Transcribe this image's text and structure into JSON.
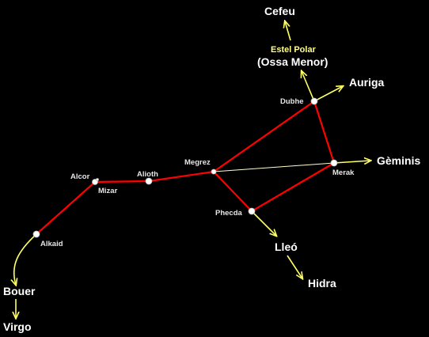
{
  "stars": [
    {
      "id": "dubhe",
      "name": "Dubhe"
    },
    {
      "id": "merak",
      "name": "Merak"
    },
    {
      "id": "phecda",
      "name": "Phecda"
    },
    {
      "id": "megrez",
      "name": "Megrez"
    },
    {
      "id": "alioth",
      "name": "Alioth"
    },
    {
      "id": "mizar",
      "name": "Mizar"
    },
    {
      "id": "alcor",
      "name": "Alcor"
    },
    {
      "id": "alkaid",
      "name": "Alkaid"
    }
  ],
  "targets": {
    "cefeu": "Cefeu",
    "polar": "Estel Polar",
    "polar_sub": "(Ossa Menor)",
    "auriga": "Auriga",
    "geminis": "Gèminis",
    "leo": "Lleó",
    "hidra": "Hidra",
    "bouer": "Bouer",
    "virgo": "Virgo"
  },
  "colors": {
    "background": "#000000",
    "asterism_line": "#ff0000",
    "pointer_arrow": "#ffff66",
    "star": "#ffffff",
    "guide_line": "#ffffcc"
  }
}
